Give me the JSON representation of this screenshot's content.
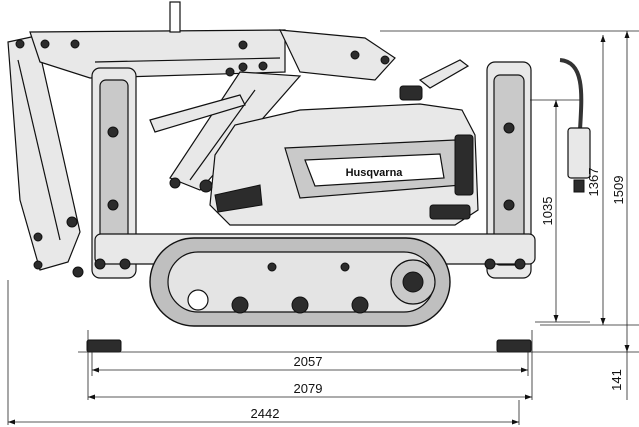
{
  "brand": {
    "logo_text": "Husqvarna"
  },
  "dimensions": {
    "track_length": "2057",
    "stance_width": "2079",
    "overall_length": "2442",
    "body_height": "1035",
    "outrigger_height": "1367",
    "overall_height": "1509",
    "ground_clearance": "141"
  }
}
